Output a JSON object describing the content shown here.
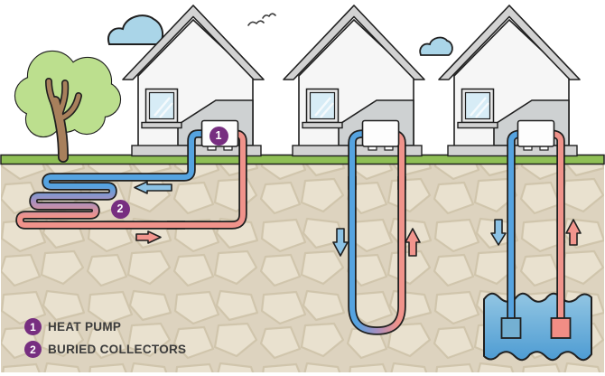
{
  "legend": {
    "items": [
      {
        "number": "1",
        "label": "HEAT PUMP"
      },
      {
        "number": "2",
        "label": "BURIED COLLECTORS"
      }
    ]
  },
  "colors": {
    "outline": "#1f1f1f",
    "wall": "#f6f6f6",
    "roof": "#d2d2d2",
    "annex": "#ced1d2",
    "glass": "#d7ecf6",
    "cloud": "#aad5e8",
    "canopy": "#bcdf8e",
    "trunk": "#a8805c",
    "grass": "#8fbf55",
    "ground": "#ddd3bf",
    "stone": "#e9e1cf",
    "stone_line": "#d0c5ac",
    "pump": "#fdfdfd",
    "pipe_blue": "#55a3e0",
    "pipe_red": "#f0938b",
    "pipe_purple": "#a78fc0",
    "arrow_blue": "#8cc2e5",
    "arrow_red": "#f2958d",
    "well_blue": "#74b0d2",
    "well_red": "#f28d85",
    "water_light": "#8fc4e2",
    "water_deep": "#4e9cd3",
    "badge": "#772e80",
    "text": "#3c3c3c"
  }
}
